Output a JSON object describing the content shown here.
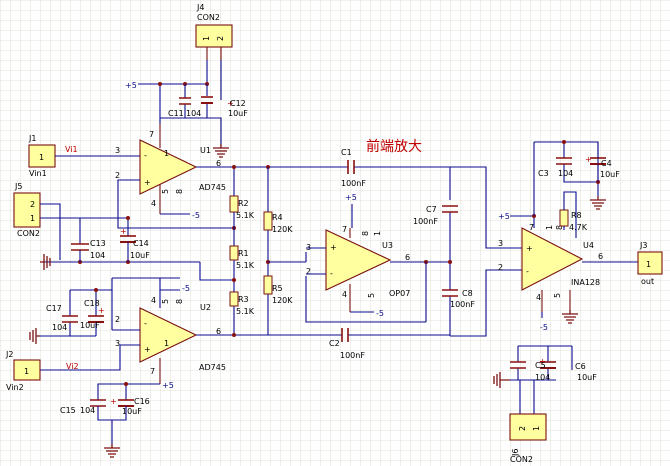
{
  "title": "前端放大",
  "connectors": {
    "J1": {
      "ref": "J1",
      "name": "Vin1",
      "pin": "1"
    },
    "J2": {
      "ref": "J2",
      "name": "Vin2",
      "pin": "1"
    },
    "J3": {
      "ref": "J3",
      "name": "out",
      "pin": "1"
    },
    "J4": {
      "ref": "J4",
      "name": "CON2",
      "pin1": "1",
      "pin2": "2"
    },
    "J5": {
      "ref": "J5",
      "name": "CON2",
      "pin1": "1",
      "pin2": "2"
    },
    "J6": {
      "ref": "J6",
      "name": "CON2",
      "pin1": "1",
      "pin2": "2"
    }
  },
  "chips": {
    "U1": {
      "ref": "U1",
      "part": "AD745"
    },
    "U2": {
      "ref": "U2",
      "part": "AD745"
    },
    "U3": {
      "ref": "U3",
      "part": "OP07"
    },
    "U4": {
      "ref": "U4",
      "part": "INA128"
    }
  },
  "resistors": {
    "R1": {
      "ref": "R1",
      "value": "5.1K"
    },
    "R2": {
      "ref": "R2",
      "value": "5.1K"
    },
    "R3": {
      "ref": "R3",
      "value": "5.1K"
    },
    "R4": {
      "ref": "R4",
      "value": "120K"
    },
    "R5": {
      "ref": "R5",
      "value": "120K"
    },
    "R8": {
      "ref": "R8",
      "value": "4.7K"
    }
  },
  "capacitors": {
    "C1": {
      "ref": "C1",
      "value": "100nF"
    },
    "C2": {
      "ref": "C2",
      "value": "100nF"
    },
    "C3": {
      "ref": "C3",
      "value": "104"
    },
    "C4": {
      "ref": "C4",
      "value": "10uF"
    },
    "C5": {
      "ref": "C5",
      "value": "104"
    },
    "C6": {
      "ref": "C6",
      "value": "10uF"
    },
    "C7": {
      "ref": "C7",
      "value": "100nF"
    },
    "C8": {
      "ref": "C8",
      "value": "100nF"
    },
    "C11": {
      "ref": "C11",
      "value": "104"
    },
    "C12": {
      "ref": "C12",
      "value": "10uF"
    },
    "C13": {
      "ref": "C13",
      "value": "104"
    },
    "C14": {
      "ref": "C14",
      "value": "10uF"
    },
    "C15": {
      "ref": "C15",
      "value": "104"
    },
    "C16": {
      "ref": "C16",
      "value": "10uF"
    },
    "C17": {
      "ref": "C17",
      "value": "104"
    },
    "C18": {
      "ref": "C18",
      "value": "10uF"
    }
  },
  "nets": {
    "vi1": "Vi1",
    "vi2": "Vi2",
    "plus5": "+5",
    "minus5": "-5"
  },
  "pins": {
    "p1": "1",
    "p2": "2",
    "p3": "3",
    "p4": "4",
    "p5": "5",
    "p6": "6",
    "p7": "7",
    "p8": "8"
  },
  "colors": {
    "grid": "#c9c9b6",
    "wire": "#0a0a8c",
    "body": "#ffffa0",
    "outline": "#7a1010",
    "title": "#c00000"
  }
}
